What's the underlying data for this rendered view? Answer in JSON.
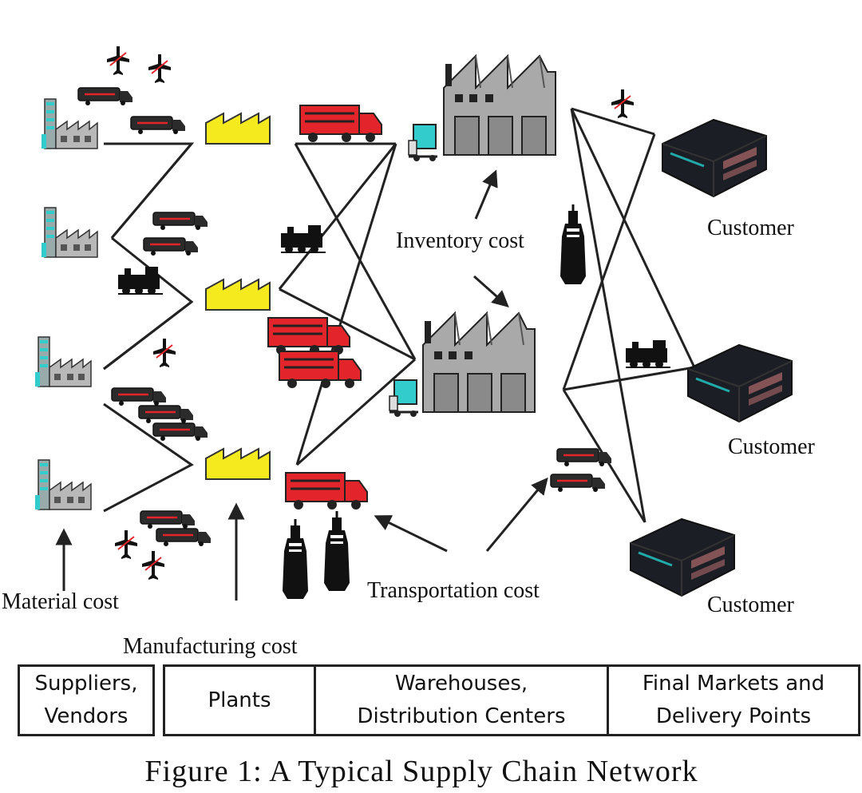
{
  "labels": {
    "inventory_cost": "Inventory cost",
    "material_cost": "Material cost",
    "manufacturing_cost": "Manufacturing cost",
    "transportation_cost": "Transportation cost",
    "customer": "Customer"
  },
  "stages": {
    "suppliers": [
      "Suppliers,",
      "Vendors"
    ],
    "plants": "Plants",
    "warehouses": [
      "Warehouses,",
      "Distribution Centers"
    ],
    "markets": [
      "Final Markets and",
      "Delivery Points"
    ]
  },
  "caption": "Figure 1: A Typical Supply Chain Network",
  "colors": {
    "plant": "#f5ea1e",
    "truck_red": "#e3242b",
    "warehouse": "#a9a9a9",
    "customer_building": "#1b1e24",
    "line": "#222222"
  }
}
